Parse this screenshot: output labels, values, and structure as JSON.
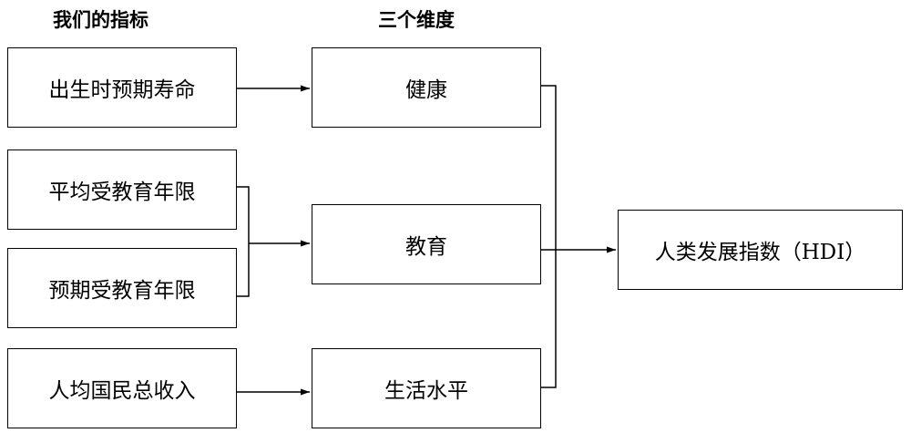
{
  "headers": {
    "indicators": "我们的指标",
    "dimensions": "三个维度"
  },
  "indicators": [
    {
      "label": "出生时预期寿命"
    },
    {
      "label": "平均受教育年限"
    },
    {
      "label": "预期受教育年限"
    },
    {
      "label": "人均国民总收入"
    }
  ],
  "dimensions": [
    {
      "label": "健康"
    },
    {
      "label": "教育"
    },
    {
      "label": "生活水平"
    }
  ],
  "result": {
    "label": "人类发展指数（HDI）"
  },
  "colors": {
    "line": "#000000",
    "box_border": "#000000",
    "background": "#ffffff"
  }
}
